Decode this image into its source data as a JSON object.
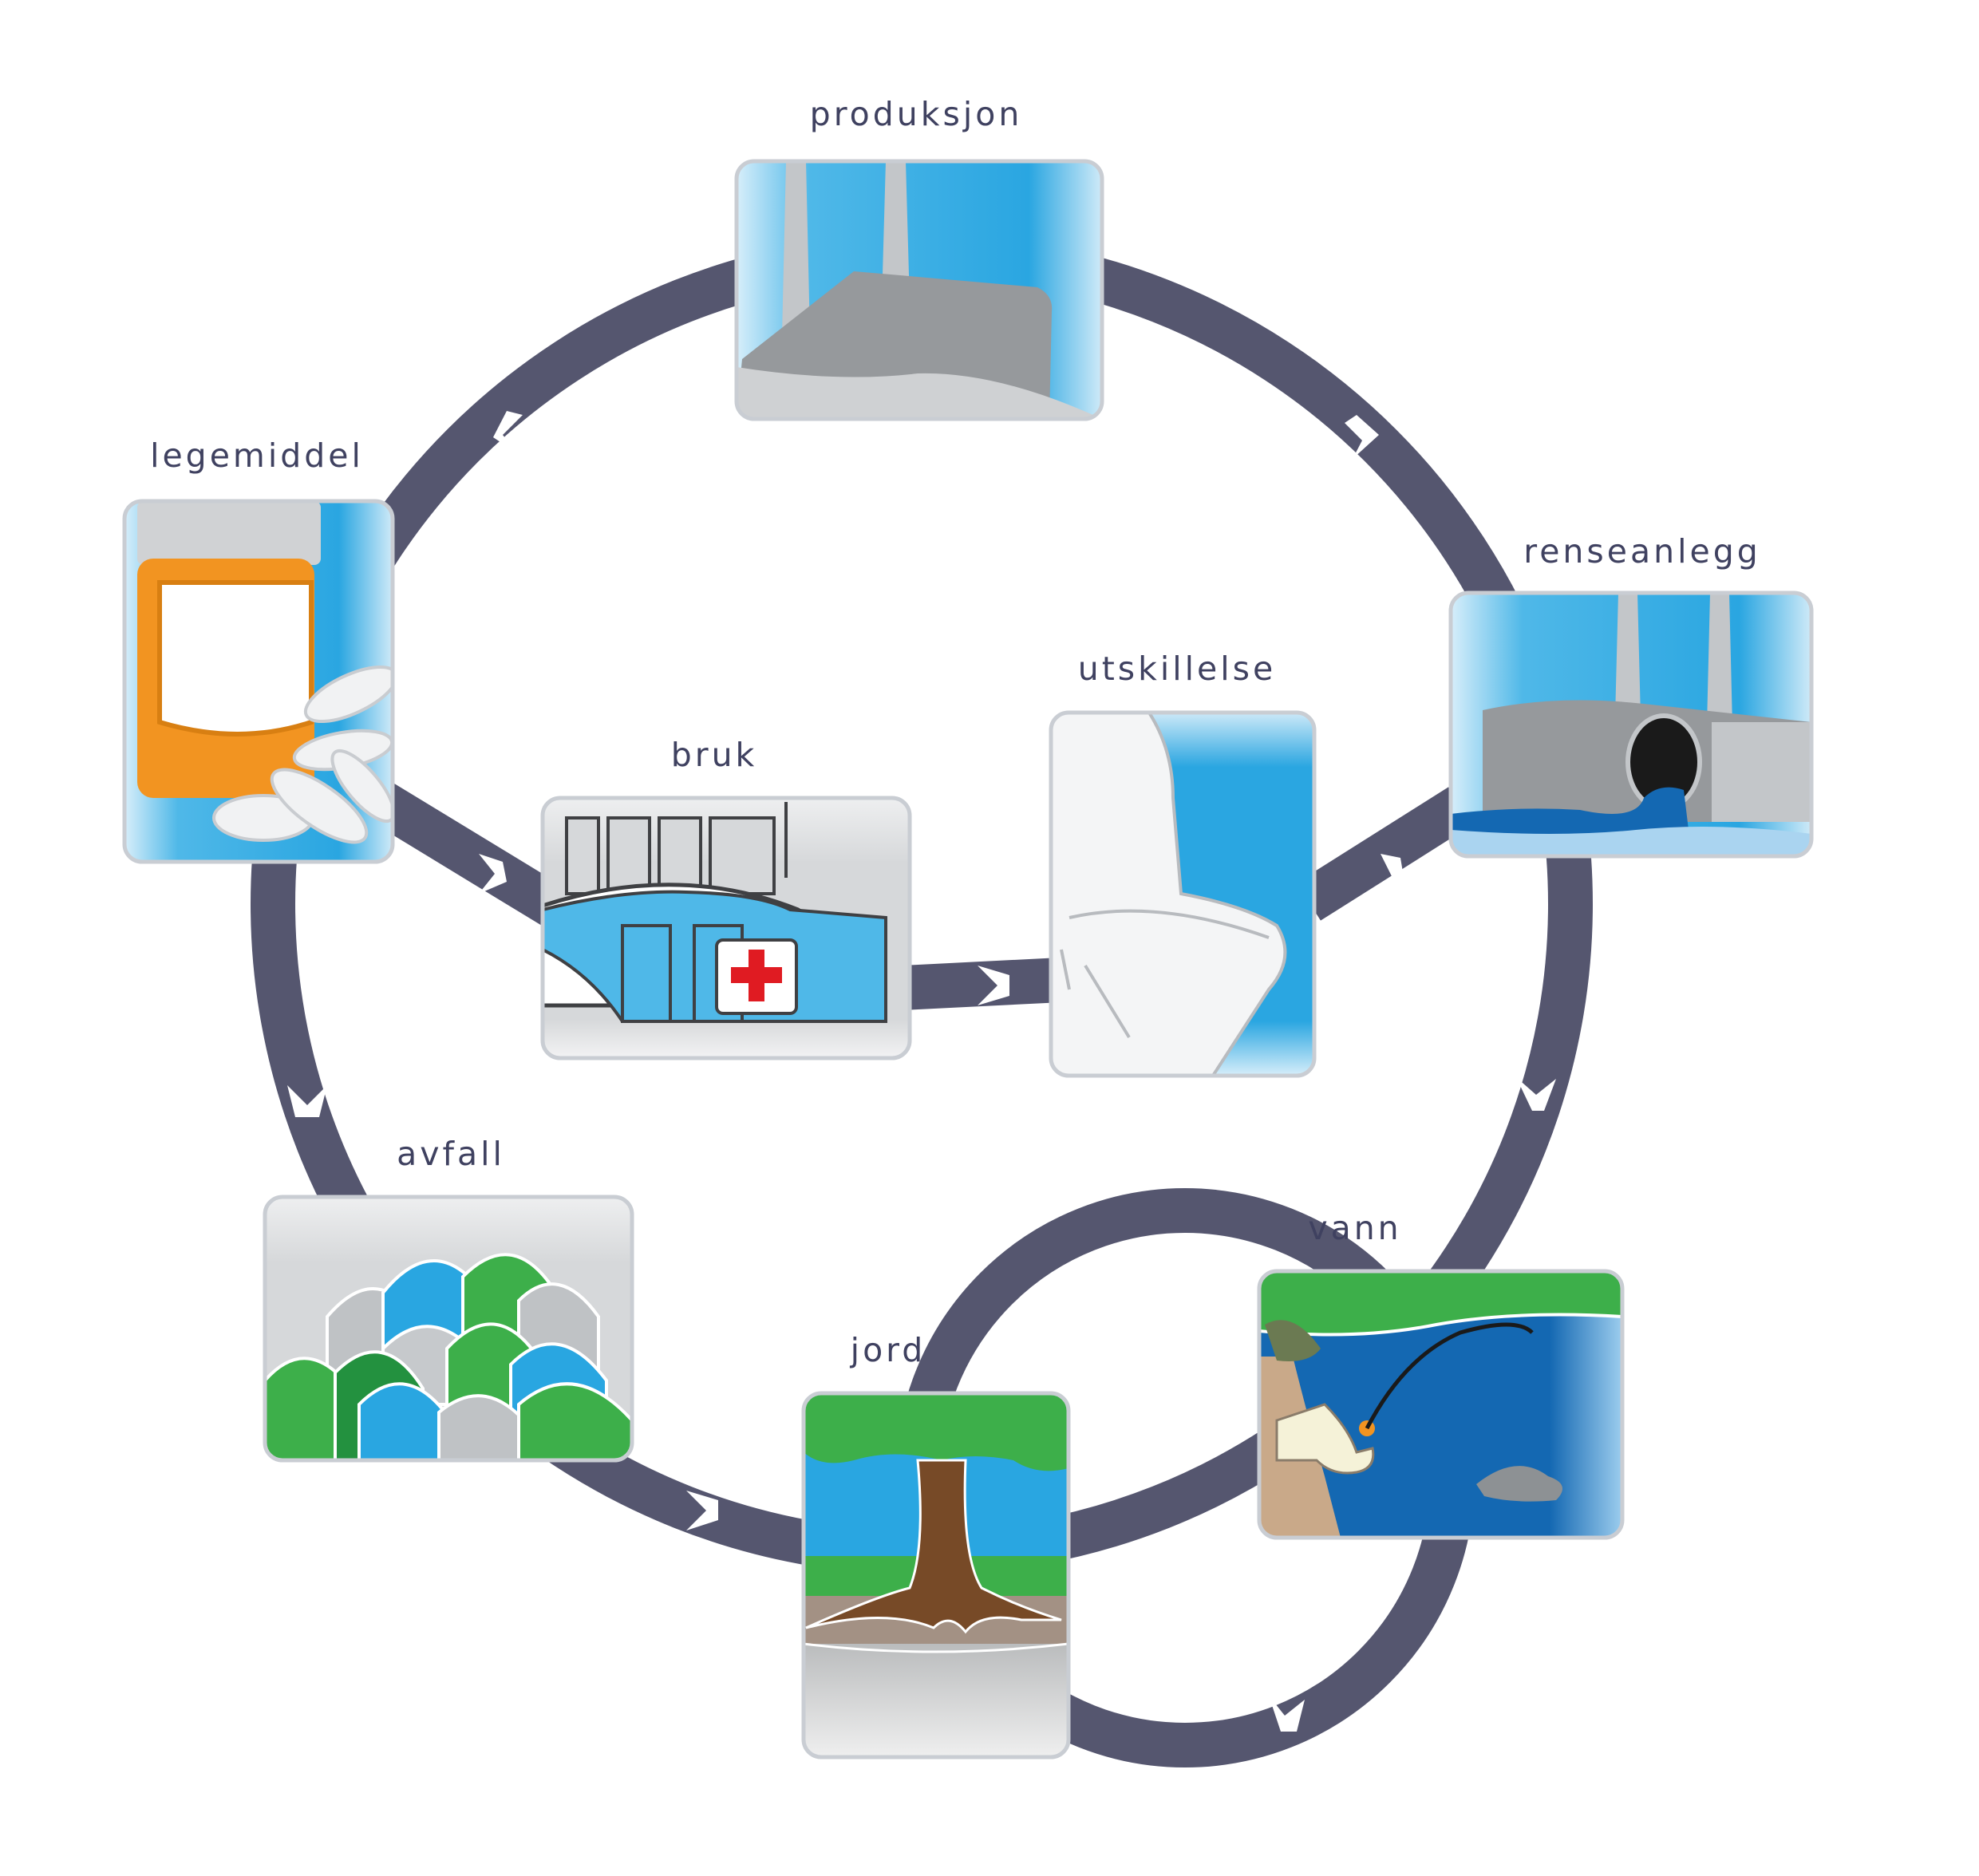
{
  "stages": {
    "produksjon": "produksjon",
    "renseanlegg": "renseanlegg",
    "legemiddel": "legemiddel",
    "bruk": "bruk",
    "utskillelse": "utskillelse",
    "avfall": "avfall",
    "jord": "jord",
    "vann": "vann"
  },
  "colors": {
    "cycle": "#55566f",
    "sky": "#29a6e1",
    "grey": "#96999c",
    "orange": "#f29421",
    "green": "#3daf4a",
    "deep_water": "#1468b2",
    "tree_trunk": "#774a27",
    "soil": "#a39184",
    "red_cross": "#e01b22"
  },
  "icons": {
    "produksjon": "factory-icon",
    "renseanlegg": "treatment-plant-icon",
    "legemiddel": "pill-bottle-icon",
    "bruk": "hospital-icon",
    "utskillelse": "toilet-icon",
    "avfall": "garbage-bags-icon",
    "jord": "tree-icon",
    "vann": "fisherman-icon"
  }
}
